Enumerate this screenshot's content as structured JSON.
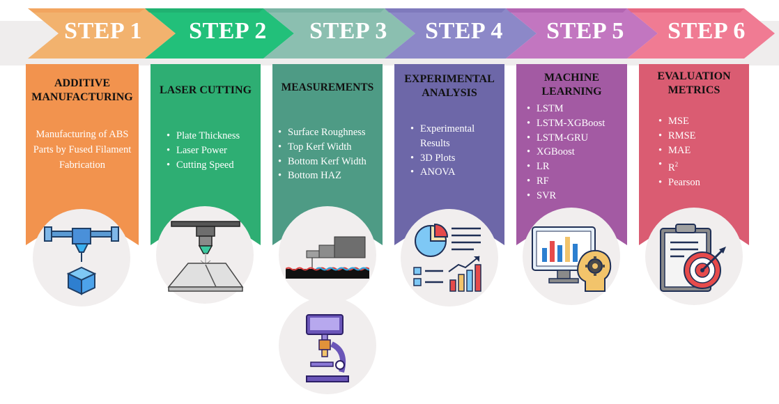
{
  "steps": [
    {
      "label": "STEP 1",
      "title": "ADDITIVE MANUFACTURING",
      "description": "Manufacturing of ABS Parts by Fused Filament Fabrication",
      "icon": "3d-printer-icon",
      "color": "#F2934E"
    },
    {
      "label": "STEP 2",
      "title": "LASER CUTTING",
      "items": [
        "Plate Thickness",
        "Laser Power",
        "Cutting Speed"
      ],
      "icon": "laser-cutter-icon",
      "color": "#2EAE73"
    },
    {
      "label": "STEP 3",
      "title": "MEASUREMENTS",
      "items": [
        "Surface Roughness",
        "Top Kerf Width",
        "Bottom Kerf Width",
        "Bottom HAZ"
      ],
      "icons": [
        "surface-profile-icon",
        "microscope-icon"
      ],
      "color": "#4E9B85"
    },
    {
      "label": "STEP 4",
      "title": "EXPERIMENTAL ANALYSIS",
      "items": [
        "Experimental Results",
        "3D Plots",
        "ANOVA"
      ],
      "icon": "analysis-charts-icon",
      "color": "#6D67A8"
    },
    {
      "label": "STEP 5",
      "title": "MACHINE LEARNING",
      "items": [
        "LSTM",
        "LSTM-XGBoost",
        "LSTM-GRU",
        "XGBoost",
        "LR",
        "RF",
        "SVR"
      ],
      "icon": "machine-learning-monitor-icon",
      "color": "#A35AA3"
    },
    {
      "label": "STEP 6",
      "title": "EVALUATION METRICS",
      "items": [
        "MSE",
        "RMSE",
        "MAE",
        "R",
        "Pearson"
      ],
      "r2_superscript": "2",
      "icon": "clipboard-target-icon",
      "color": "#DA5C72"
    }
  ]
}
